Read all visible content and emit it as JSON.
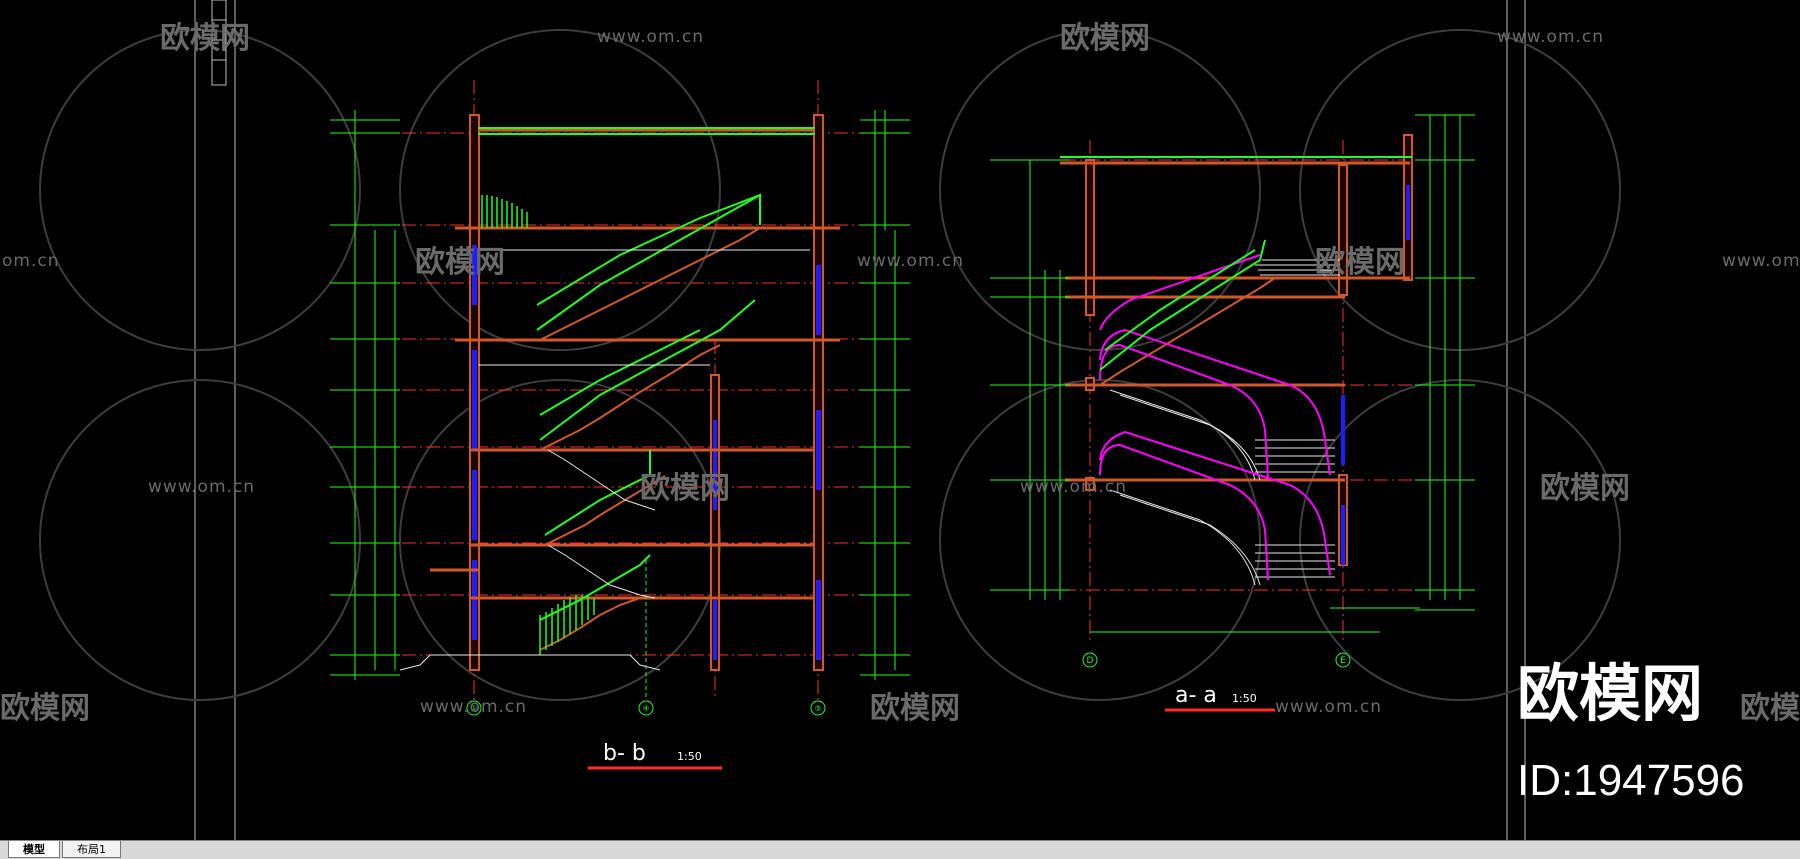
{
  "drawing": {
    "section_bb": {
      "label": "b- b",
      "scale": "1:50"
    },
    "section_aa": {
      "label": "a- a",
      "scale": "1:50"
    },
    "axis_bubbles_bb": [
      "①",
      "④",
      "⑤"
    ],
    "axis_bubbles_aa": [
      "D",
      "E"
    ]
  },
  "watermark": {
    "brand": "欧模网",
    "url": "www.om.cn",
    "url_partial": "om.cn",
    "id_label": "ID:1947596"
  },
  "tabs": [
    {
      "label": "模型",
      "active": true
    },
    {
      "label": "布局1",
      "active": false
    }
  ],
  "colors": {
    "background": "#000000",
    "wall": "#c8502a",
    "stair_line": "#00ff00",
    "handrail_curve": "#ff00ff",
    "axis_line": "#ff0000",
    "dimension": "#00ff00",
    "window": "#2020ff",
    "watermark": "#5a5a5a"
  }
}
